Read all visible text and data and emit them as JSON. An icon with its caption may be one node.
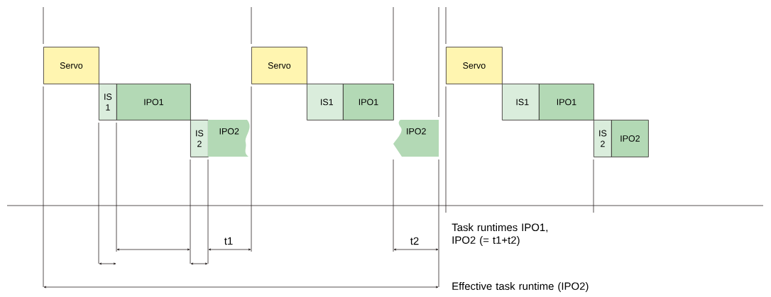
{
  "diagram": {
    "nodes": [
      {
        "text": [
          "Servo"
        ]
      },
      {
        "text": [
          "IS 1"
        ]
      },
      {
        "text": [
          "IPO1"
        ]
      },
      {
        "text": [
          "IS 2"
        ]
      },
      {
        "text": [
          "IPO2"
        ]
      },
      {
        "text": [
          "Servo"
        ]
      },
      {
        "text": [
          "IS1"
        ]
      },
      {
        "text": [
          "IPO1"
        ]
      },
      {
        "text": [
          "IPO2"
        ]
      },
      {
        "text": [
          "Servo"
        ]
      },
      {
        "text": [
          "IS1"
        ]
      },
      {
        "text": [
          "IPO1"
        ]
      },
      {
        "text": [
          "IS 2"
        ]
      },
      {
        "text": [
          "IPO2"
        ]
      }
    ],
    "labels": [
      "t1",
      "t2",
      "Task runtimes IPO1, IPO2 (= t1+t2)",
      "Effective task runtime (IPO2)"
    ]
  }
}
